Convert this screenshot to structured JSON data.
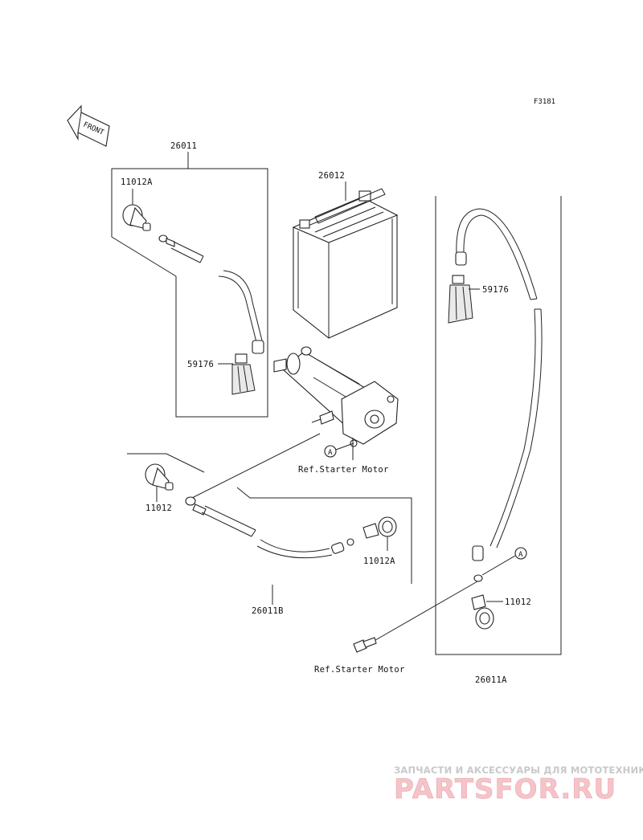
{
  "figure_code": "F3181",
  "front_label": "FRONT",
  "parts": {
    "harness_26011": "26011",
    "cap_11012A_top": "11012A",
    "boot_59176_left": "59176",
    "battery": "26012",
    "boot_59176_right": "59176",
    "cap_11012_left": "11012",
    "cap_11012A_bottom": "11012A",
    "cable_26011B": "26011B",
    "cap_11012_right": "11012",
    "cable_26011A": "26011A"
  },
  "refs": {
    "starter_upper": "Ref.Starter Motor",
    "starter_lower": "Ref.Starter Motor",
    "marker_a_upper": "A",
    "marker_a_lower": "A"
  },
  "watermark": {
    "tagline": "ЗАПЧАСТИ И АКСЕССУАРЫ ДЛЯ МОТОТЕХНИКИ",
    "logo": "PARTSFOR.RU"
  }
}
